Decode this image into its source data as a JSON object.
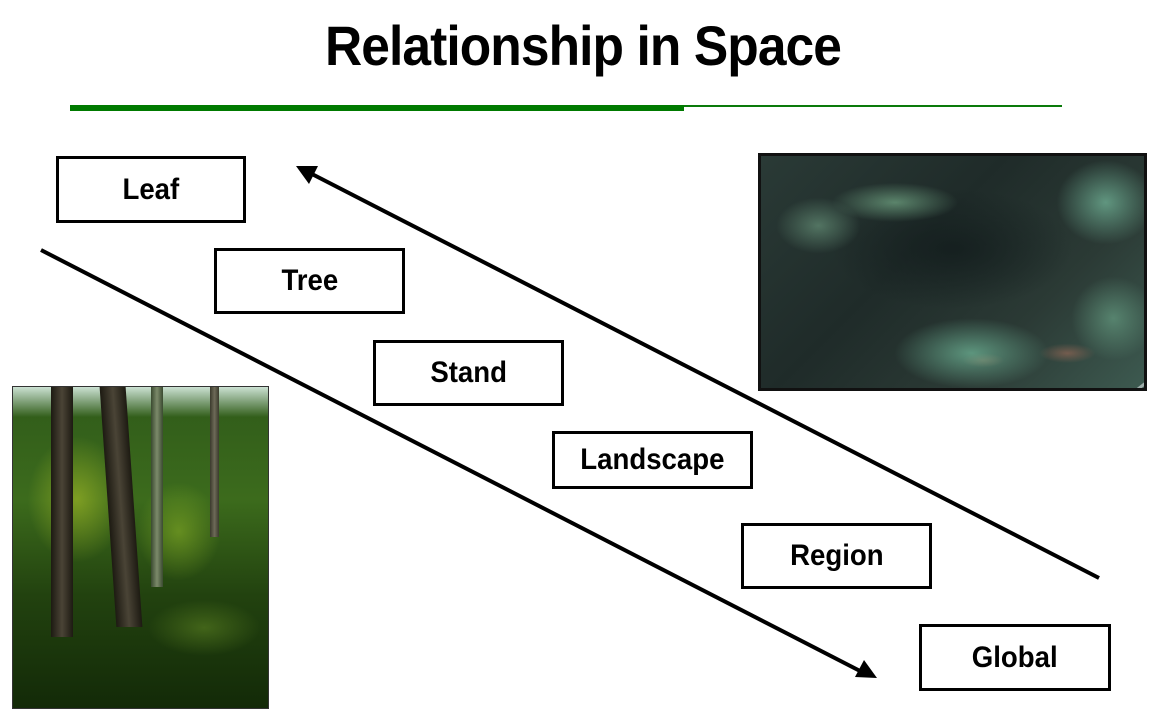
{
  "slide": {
    "title": "Relationship in Space",
    "accent_color": "#007a00"
  },
  "scales": [
    {
      "label": "Leaf"
    },
    {
      "label": "Tree"
    },
    {
      "label": "Stand"
    },
    {
      "label": "Landscape"
    },
    {
      "label": "Region"
    },
    {
      "label": "Global"
    }
  ],
  "arrows": {
    "down": {
      "direction": "fine-to-coarse",
      "icon": "arrow-down-right-icon"
    },
    "up": {
      "direction": "coarse-to-fine",
      "icon": "arrow-up-left-icon"
    }
  },
  "images": {
    "satellite": {
      "description": "satellite-image"
    },
    "forest": {
      "description": "forest-photo"
    }
  }
}
